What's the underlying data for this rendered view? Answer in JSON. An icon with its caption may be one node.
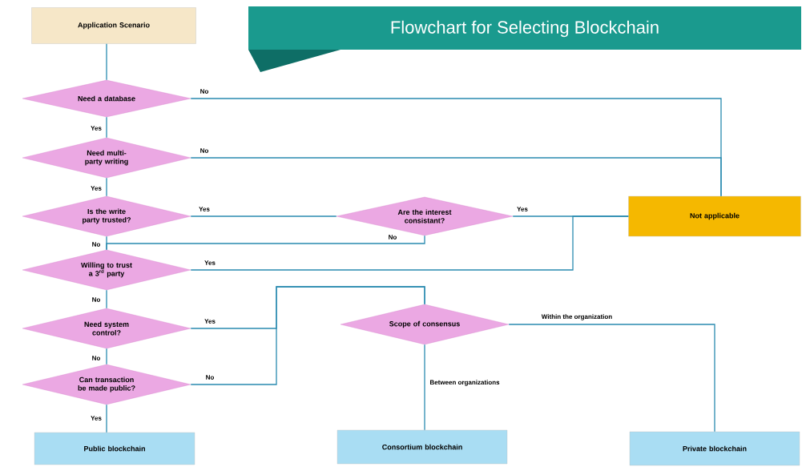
{
  "diagram": {
    "title": "Flowchart for Selecting Blockchain",
    "nodes": [
      {
        "text": [
          "Application Scenario"
        ]
      },
      {
        "text": [
          "Need a database"
        ]
      },
      {
        "text": [
          "Need multi-party writing"
        ]
      },
      {
        "text": [
          "Is the write party trusted?"
        ]
      },
      {
        "text": [
          "Are the interest consistant?"
        ]
      },
      {
        "text": [
          "Not applicable"
        ]
      },
      {
        "text": [
          "Willing to trust a 3$^{rd}$ party"
        ]
      },
      {
        "text": [
          "Need system control?"
        ]
      },
      {
        "text": [
          "Scope of consensus"
        ]
      },
      {
        "text": [
          "Can transaction be made public?"
        ]
      },
      {
        "text": [
          "Public blockchain"
        ]
      },
      {
        "text": [
          "Consortium blockchain"
        ]
      },
      {
        "text": [
          "Private blockchain"
        ]
      }
    ],
    "edges": [
      {
        "from": 0,
        "to": 1,
        "arrow": "none"
      },
      {
        "from": 1,
        "to": 2,
        "arrow": "none",
        "label": "Yes"
      },
      {
        "from": 1,
        "to": 5,
        "arrow": "none",
        "label": "No"
      },
      {
        "from": 2,
        "to": 3,
        "arrow": "none",
        "label": "Yes"
      },
      {
        "from": 2,
        "to": 5,
        "arrow": "none",
        "label": "No"
      },
      {
        "from": 3,
        "to": 4,
        "arrow": "none",
        "label": "Yes"
      },
      {
        "from": 3,
        "to": 6,
        "arrow": "none",
        "label": "No"
      },
      {
        "from": 4,
        "to": 5,
        "arrow": "none",
        "label": "Yes"
      },
      {
        "from": 4,
        "to": 6,
        "arrow": "none",
        "label": "No"
      },
      {
        "from": 6,
        "to": 5,
        "arrow": "none",
        "label": "Yes"
      },
      {
        "from": 6,
        "to": 7,
        "arrow": "none",
        "label": "No"
      },
      {
        "from": 7,
        "to": 8,
        "arrow": "none",
        "label": "Yes"
      },
      {
        "from": 7,
        "to": 9,
        "arrow": "none",
        "label": "No"
      },
      {
        "from": 9,
        "to": 8,
        "arrow": "none",
        "label": "No"
      },
      {
        "from": 9,
        "to": 10,
        "arrow": "none",
        "label": "Yes"
      },
      {
        "from": 8,
        "to": 12,
        "arrow": "none",
        "label": "Within the organization"
      },
      {
        "from": 8,
        "to": 11,
        "arrow": "none",
        "label": "Between organizations"
      }
    ]
  }
}
